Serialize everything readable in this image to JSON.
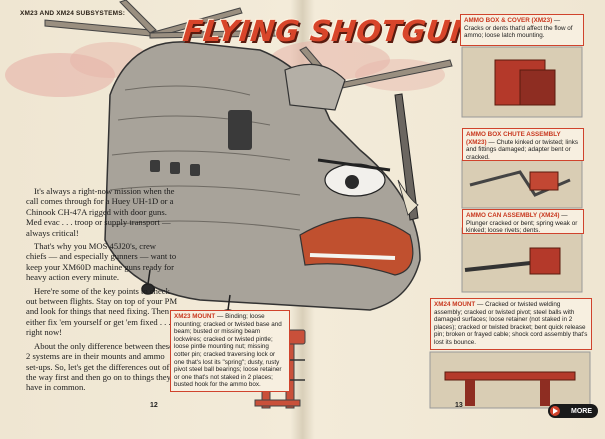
{
  "header": {
    "subsystems": "XM23 AND XM24 SUBSYSTEMS:",
    "title": "FLYING SHOTGUNS"
  },
  "body": {
    "paragraphs": [
      "It's always a right-now mission when the call comes through for a Huey UH-1D or a Chinook CH-47A rigged with door guns. Med evac . . . troop or supply transport — always critical!",
      "That's why you MOS 45J20's, crew chiefs — and especially gunners — want to keep your XM60D machine guns ready for heavy action every minute.",
      "Here're some of the key points to check out between flights. Stay on top of your PM and look for things that need fixing. Then either fix 'em yourself or get 'em fixed . . . right now!",
      "About the only difference between these 2 systems are in their mounts and ammo set-ups. So, let's get the differences out of the way first and then go on to things they have in common."
    ]
  },
  "callouts": {
    "ammo_box": {
      "title": "AMMO BOX & COVER (XM23)",
      "text": " — Cracks or dents that'd affect the flow of ammo; loose latch mounting."
    },
    "chute": {
      "title": "AMMO BOX CHUTE ASSEMBLY (XM23)",
      "text": " — Chute kinked or twisted; links and fittings damaged; adapter bent or cracked."
    },
    "can": {
      "title": "AMMO CAN ASSEMBLY (XM24)",
      "text": " — Plunger cracked or bent; spring weak or kinked; loose rivets; dents."
    },
    "xm24_mount": {
      "title": "XM24 MOUNT",
      "text": " — Cracked or twisted welding assembly; cracked or twisted pivot; steel balls with damaged surfaces; loose retainer (not staked in 2 places); cracked or twisted bracket; bent quick release pin; broken or frayed cable; shock cord assembly that's lost its bounce."
    },
    "xm23_mount": {
      "title": "XM23 MOUNT",
      "text": " — Binding; loose mounting; cracked or twisted base and beam; busted or missing beam lockwires; cracked or twisted pintle; loose pintle mounting nut; missing cotter pin; cracked traversing lock or one that's lost its \"spring\"; dusty, rusty pivot steel ball bearings; loose retainer or one that's not staked in 2 places; busted hook for the ammo box."
    }
  },
  "pages": {
    "left": "12",
    "right": "13"
  },
  "nav": {
    "more": "MORE"
  },
  "colors": {
    "accent": "#d0432c",
    "title": "#d8452a",
    "paper": "#f3ebd9"
  }
}
